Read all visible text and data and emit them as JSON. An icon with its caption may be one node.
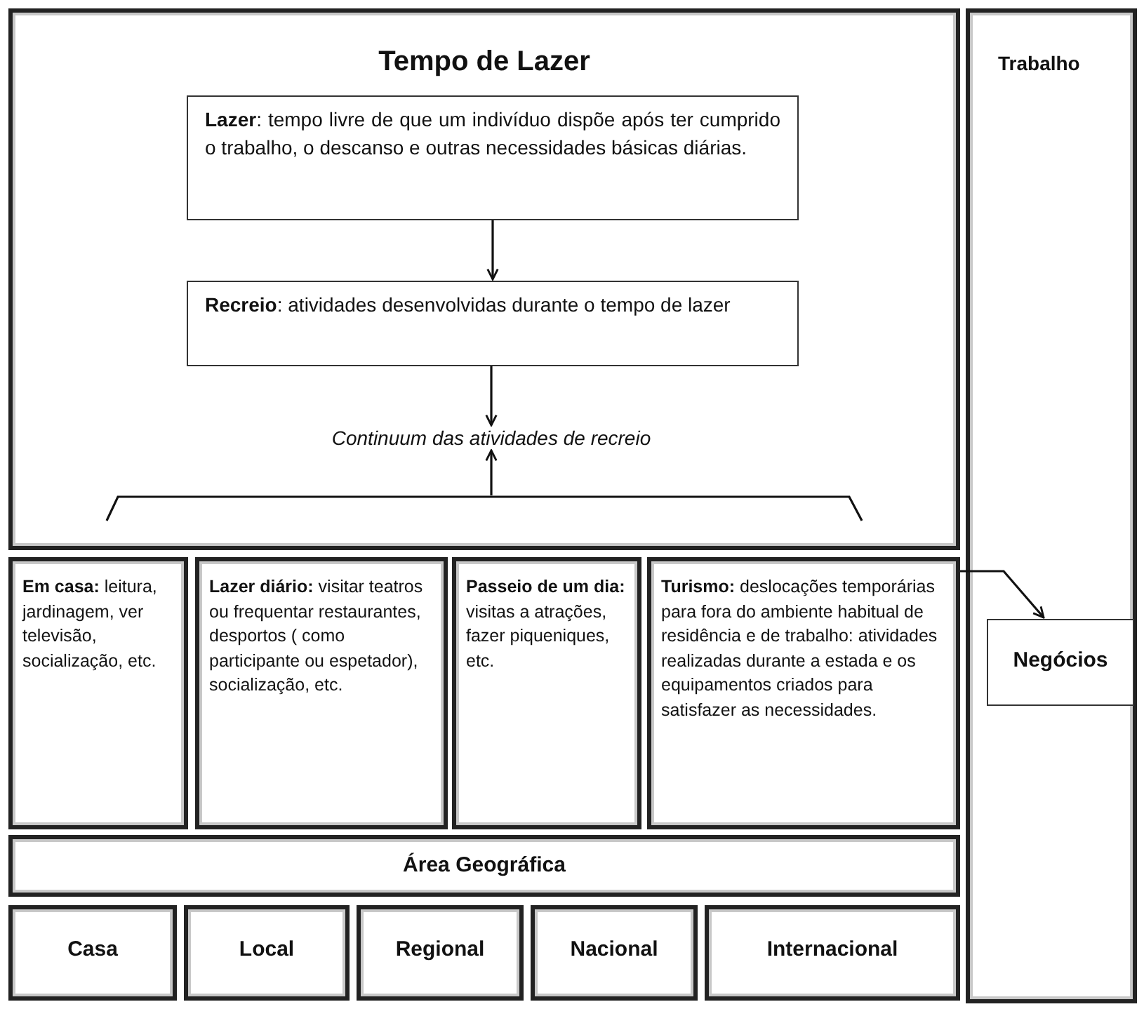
{
  "diagram": {
    "nodes": [
      {
        "text": [
          "Tempo de Lazer"
        ]
      },
      {
        "text": [
          "**Lazer**: tempo livre de que um indivíduo dispõe após ter cumprido o trabalho, o descanso e outras necessidades básicas diárias."
        ],
        "in": 0
      },
      {
        "text": [
          "**Recreio**: atividades desenvolvidas durante o tempo de lazer"
        ],
        "in": 0
      },
      {
        "text": [
          "Continuum das atividades de recreio"
        ],
        "in": 0
      },
      {
        "text": [],
        "shape": "bracket",
        "in": 0
      },
      {
        "text": [
          "Trabalho"
        ]
      },
      {
        "text": [
          "Negócios"
        ],
        "in": 5
      },
      {
        "text": [
          "**Em casa:** leitura, jardinagem, ver televisão, socialização, etc."
        ]
      },
      {
        "text": [
          "**Lazer diário:** visitar teatros ou frequentar restaurantes, desportos ( como participante ou espetador), socialização, etc."
        ]
      },
      {
        "text": [
          "**Passeio de um dia:** visitas a atrações, fazer piqueniques, etc."
        ]
      },
      {
        "text": [
          "**Turismo:** deslocações temporárias para fora do ambiente habitual de residência e de trabalho: atividades realizadas durante a estada e os equipamentos criados para satisfazer as necessidades."
        ]
      },
      {
        "text": [
          "Área Geográfica"
        ]
      },
      {
        "text": [
          "Casa"
        ]
      },
      {
        "text": [
          "Local"
        ]
      },
      {
        "text": [
          "Regional"
        ]
      },
      {
        "text": [
          "Nacional"
        ]
      },
      {
        "text": [
          "Internacional"
        ]
      }
    ],
    "edges": [
      {
        "from": 1,
        "to": 2,
        "arrow": "to"
      },
      {
        "from": 2,
        "to": 3,
        "arrow": "to"
      },
      {
        "from": 4,
        "to": 3,
        "arrow": "to"
      },
      {
        "from": 10,
        "to": 6,
        "arrow": "to"
      }
    ]
  }
}
